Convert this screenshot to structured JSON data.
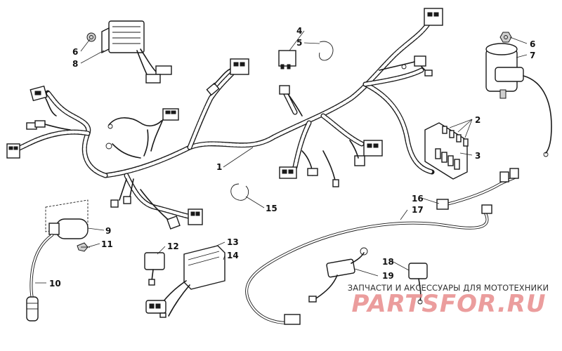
{
  "diagram": {
    "callouts": [
      {
        "number": "1"
      },
      {
        "number": "2"
      },
      {
        "number": "3"
      },
      {
        "number": "4"
      },
      {
        "number": "5"
      },
      {
        "number": "6"
      },
      {
        "number": "6"
      },
      {
        "number": "7"
      },
      {
        "number": "8"
      },
      {
        "number": "9"
      },
      {
        "number": "10"
      },
      {
        "number": "11"
      },
      {
        "number": "12"
      },
      {
        "number": "13"
      },
      {
        "number": "14"
      },
      {
        "number": "15"
      },
      {
        "number": "16"
      },
      {
        "number": "17"
      },
      {
        "number": "18"
      },
      {
        "number": "19"
      }
    ]
  },
  "watermark": {
    "caption": "ЗАПЧАСТИ И АКСЕССУАРЫ ДЛЯ МОТОТЕХНИКИ",
    "logo": "PARTSFOR.RU",
    "color": "#e88c8c"
  }
}
